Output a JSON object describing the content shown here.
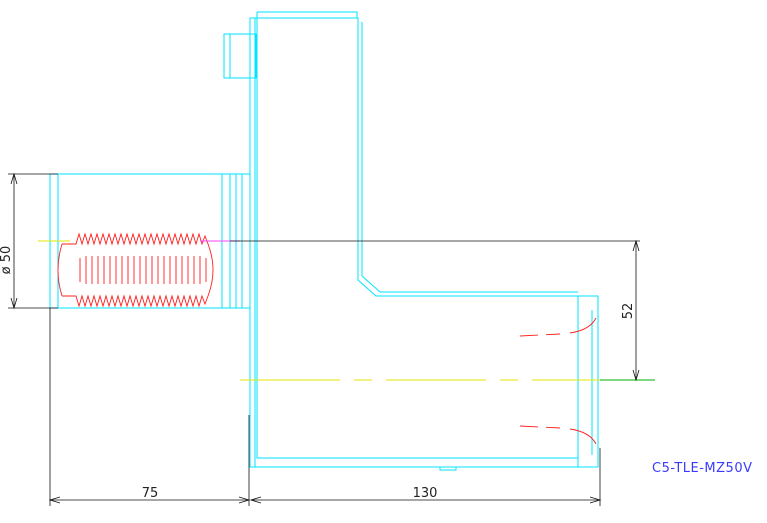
{
  "drawing": {
    "part_code": "C5-TLE-MZ50V",
    "dimensions": {
      "diameter_label": "ø 50",
      "height_offset": "52",
      "shank_length": "75",
      "body_length": "130"
    },
    "colors": {
      "outline": "#00e5ff",
      "dimension": "#111111",
      "thread": "#ff2020",
      "centerline": "#e6e600",
      "axis_green": "#00b000",
      "axis_magenta": "#ff40ff",
      "text_blue": "#3a3aff"
    }
  }
}
